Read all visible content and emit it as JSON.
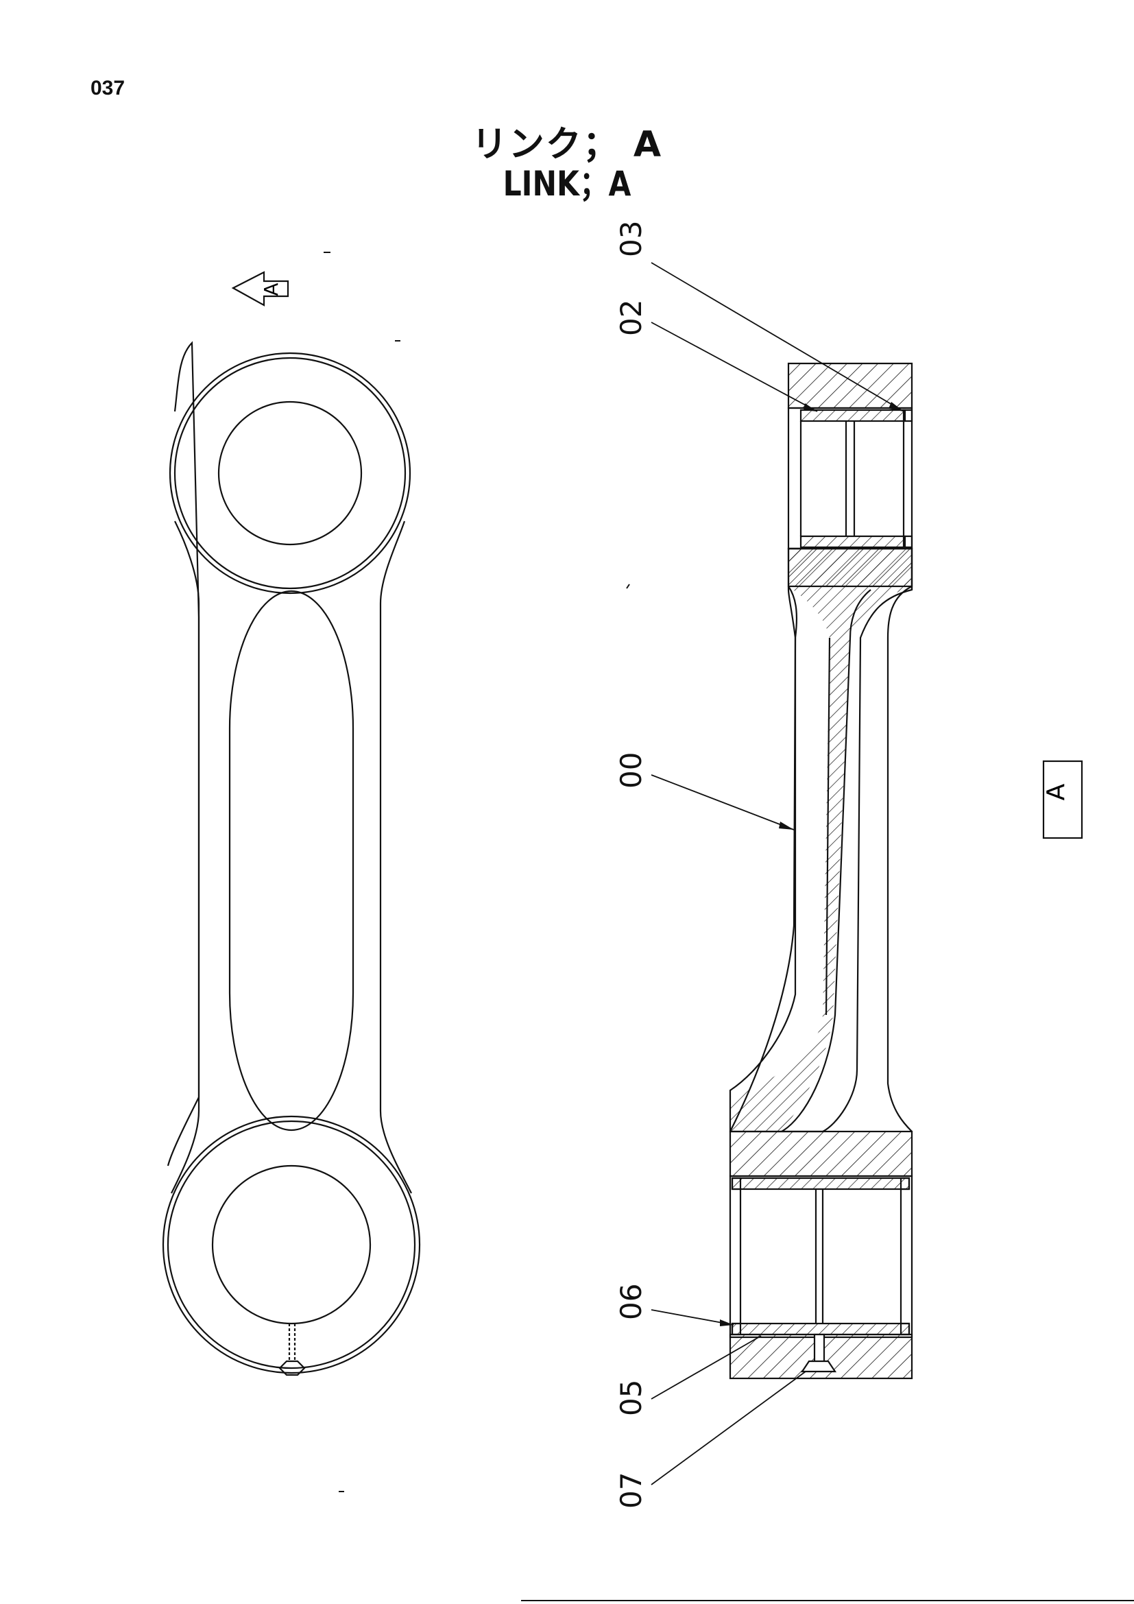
{
  "page_number": "037",
  "title_jp": "リンク； A",
  "title_en": "LINK；A",
  "view_arrow_label": "A",
  "view_box_label": "A",
  "callouts": {
    "c03": "03",
    "c02": "02",
    "c00": "00",
    "c06": "06",
    "c05": "05",
    "c07": "07"
  },
  "colors": {
    "line": "#111111",
    "background": "#ffffff"
  }
}
